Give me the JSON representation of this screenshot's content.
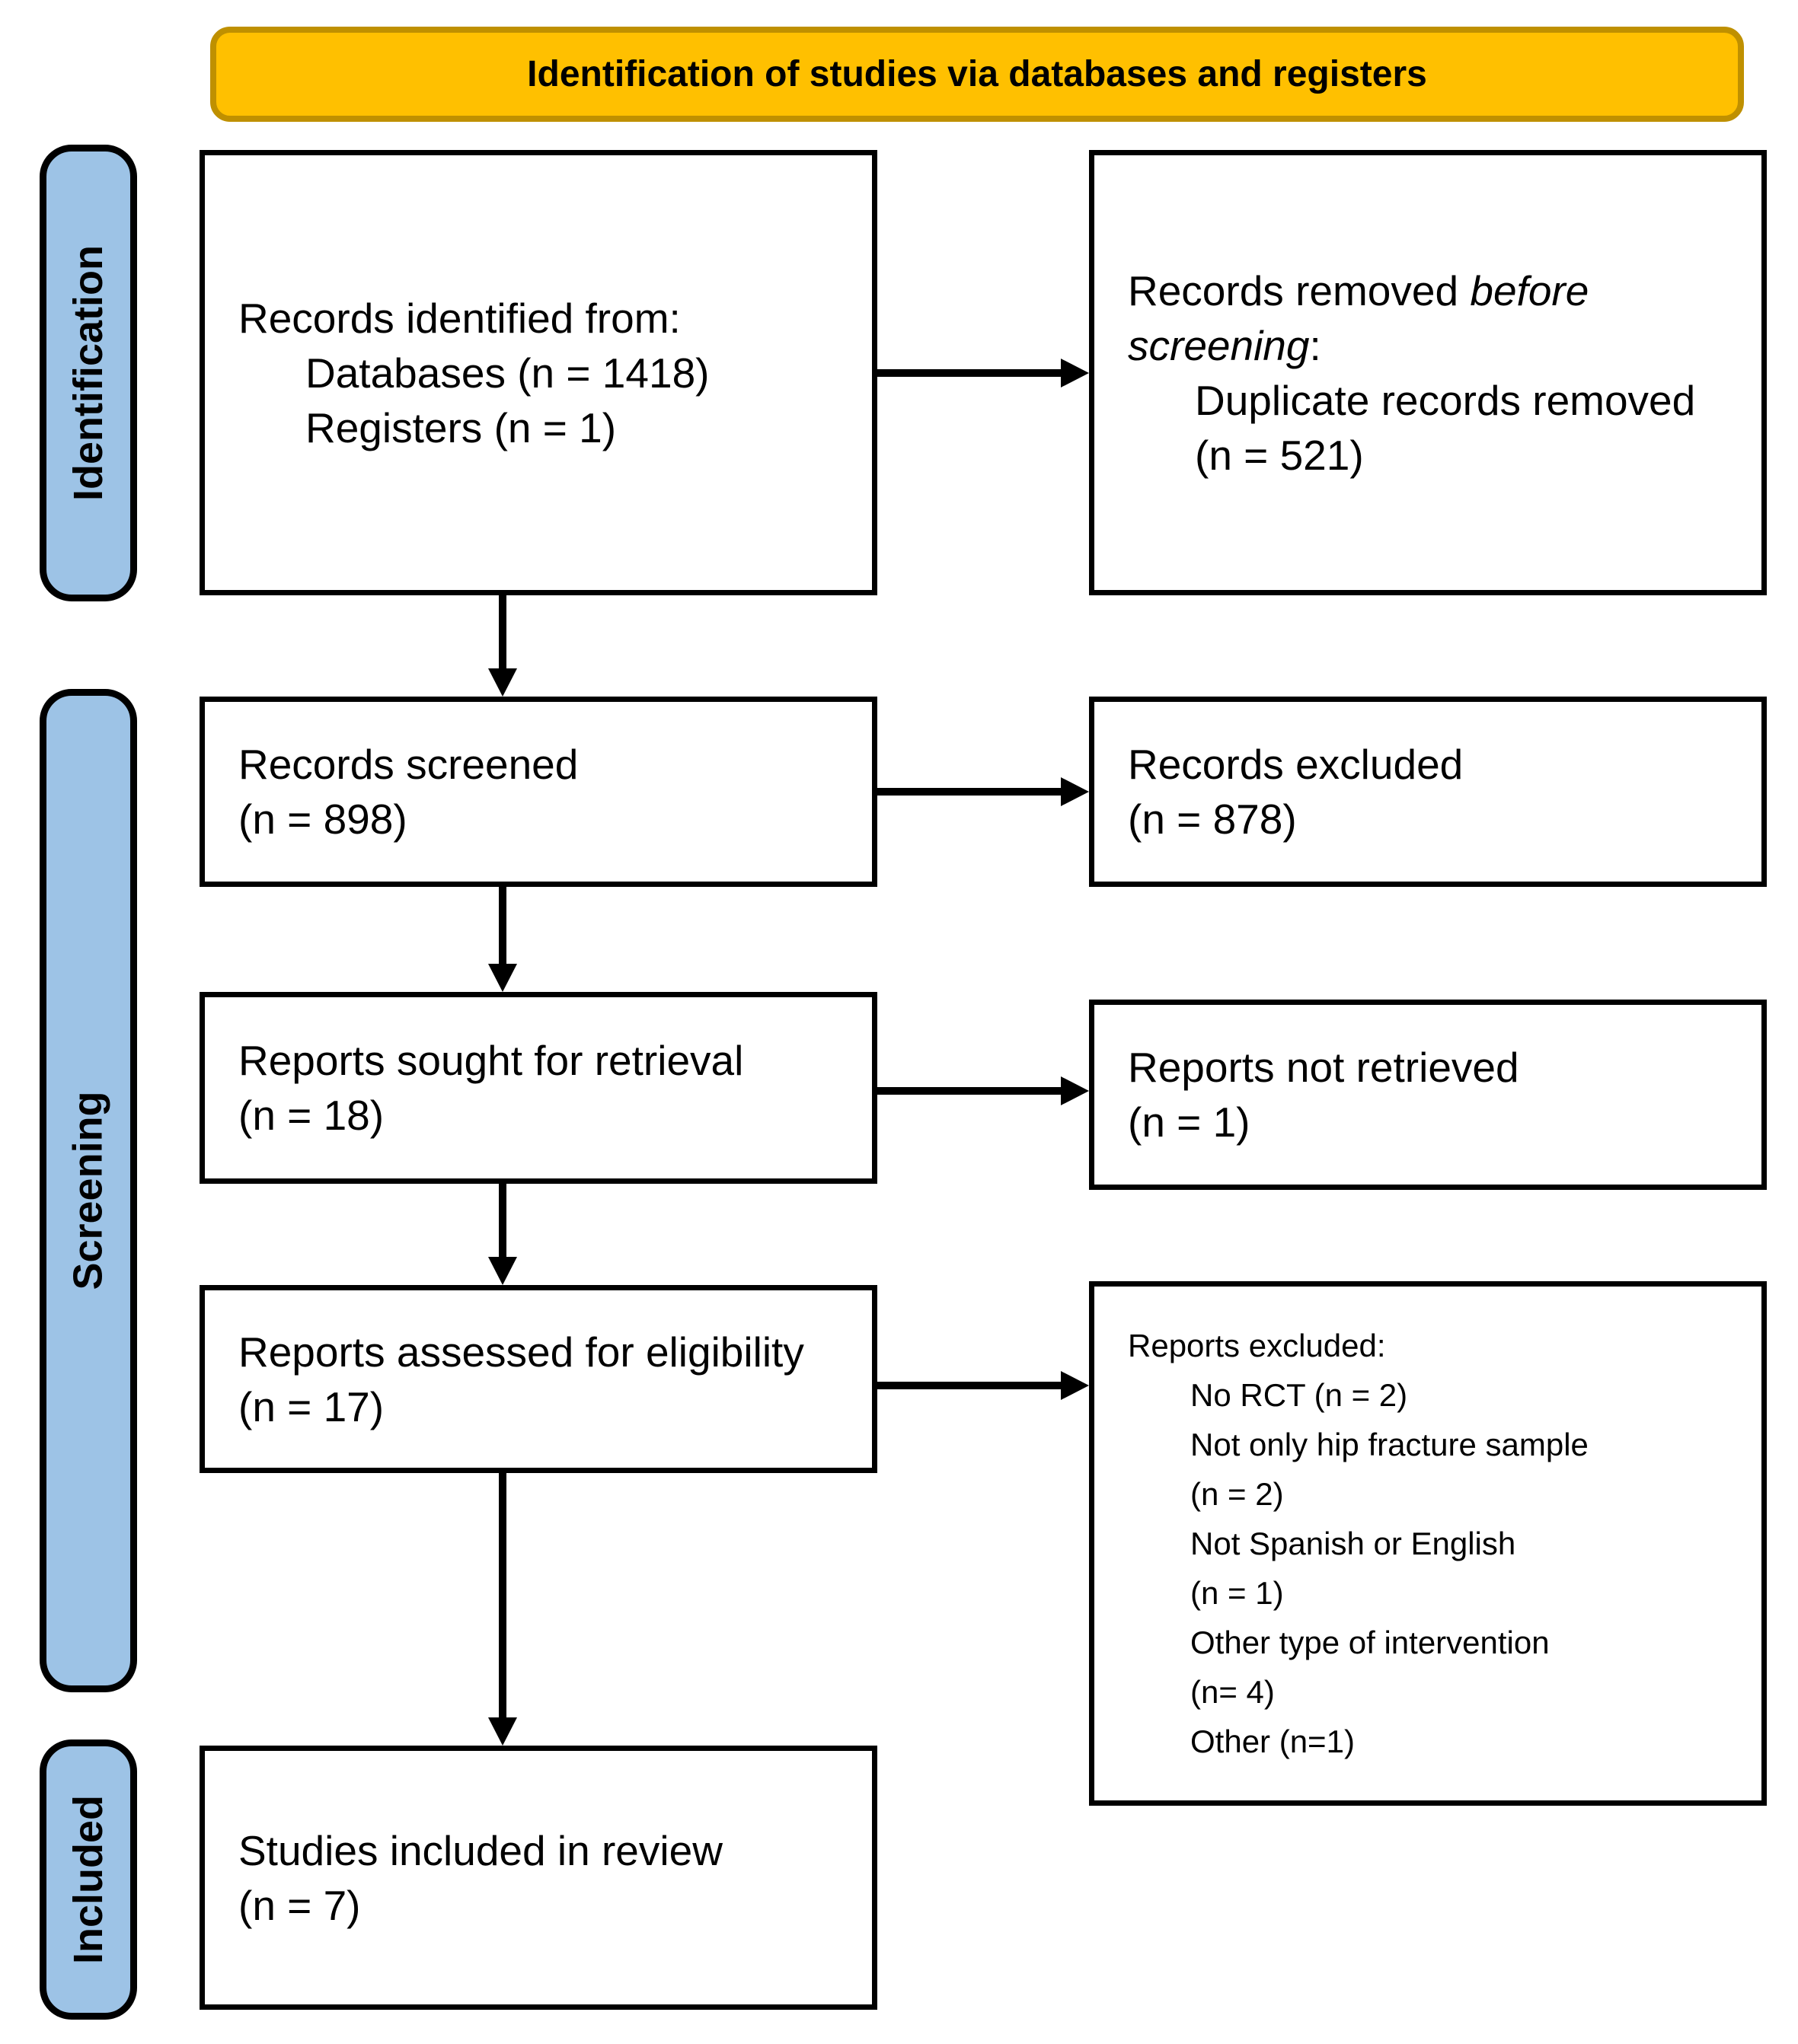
{
  "banner": {
    "title": "Identification of studies via databases and registers"
  },
  "phases": {
    "identification": "Identification",
    "screening": "Screening",
    "included": "Included"
  },
  "boxes": {
    "records_identified": {
      "line1": "Records identified from:",
      "line2": "Databases (n = 1418)",
      "line3": "Registers (n = 1)"
    },
    "records_removed": {
      "line1_text": "Records removed ",
      "line1_italic": "before",
      "line2_italic": "screening",
      "line2_text": ":",
      "line3": "Duplicate records removed",
      "line4": "(n = 521)"
    },
    "records_screened": {
      "line1": "Records screened",
      "line2": "(n = 898)"
    },
    "records_excluded": {
      "line1": "Records excluded",
      "line2": "(n = 878)"
    },
    "reports_sought": {
      "line1": "Reports sought for retrieval",
      "line2": "(n = 18)"
    },
    "reports_not_retrieved": {
      "line1": "Reports not retrieved",
      "line2": "(n = 1)"
    },
    "reports_assessed": {
      "line1": "Reports assessed for eligibility",
      "line2": "(n = 17)"
    },
    "reports_excluded": {
      "title": "Reports excluded:",
      "items": [
        "No RCT (n = 2)",
        "Not only hip fracture sample",
        "(n = 2)",
        "Not Spanish or English",
        "(n = 1)",
        "Other type of intervention",
        "(n= 4)",
        "Other (n=1)"
      ]
    },
    "studies_included": {
      "line1": "Studies included in review",
      "line2": "(n = 7)"
    }
  },
  "colors": {
    "banner_fill": "#FFC000",
    "banner_border": "#BF9000",
    "phase_fill": "#9DC3E6",
    "box_border": "#000000"
  }
}
